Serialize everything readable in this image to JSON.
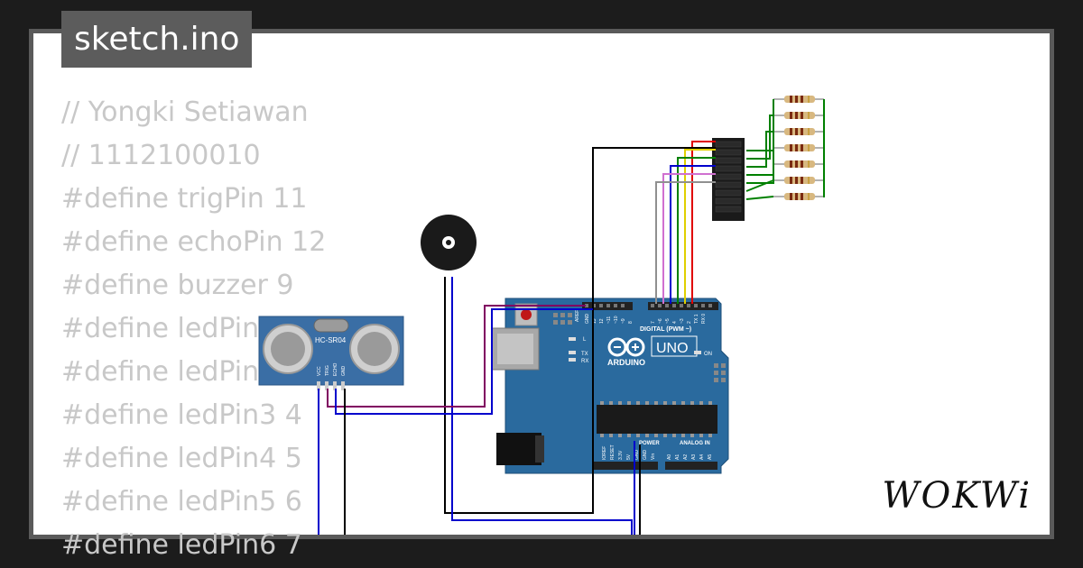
{
  "tab": {
    "title": "sketch.ino"
  },
  "code": {
    "lines": [
      "// Yongki Setiawan",
      "// 1112100010",
      "#define trigPin 11",
      "#define echoPin 12",
      "#define buzzer 9",
      "#define ledPin1 2",
      "#define ledPin2 3",
      "#define ledPin3 4",
      "#define ledPin4 5",
      "#define ledPin5 6",
      "#define ledPin6 7"
    ]
  },
  "sensor": {
    "model": "HC-SR04",
    "pins": [
      "VCC",
      "TRIG",
      "ECHO",
      "GND"
    ]
  },
  "board": {
    "brand": "ARDUINO",
    "model": "UNO",
    "digital_label": "DIGITAL (PWM ~)",
    "power_label": "POWER",
    "analog_label": "ANALOG IN",
    "on_label": "ON",
    "aref": "AREF",
    "l_label": "L",
    "tx": "TX",
    "rx": "RX",
    "digital_pins": [
      "GND",
      "13",
      "12",
      "~11",
      "~10",
      "~9",
      "8",
      "7",
      "~6",
      "~5",
      "4",
      "~3",
      "2",
      "TX 1",
      "RX 0"
    ],
    "power_pins": [
      "IOREF",
      "RESET",
      "3.3V",
      "5V",
      "GND",
      "GND",
      "Vin"
    ],
    "analog_pins": [
      "A0",
      "A1",
      "A2",
      "A3",
      "A4",
      "A5"
    ]
  },
  "logo": {
    "text": "WOKWi"
  },
  "colors": {
    "wire_black": "#000000",
    "wire_blue": "#0000cc",
    "wire_purple": "#800060",
    "wire_green": "#008000",
    "wire_red": "#e00000",
    "wire_yellow": "#e0d000",
    "wire_magenta": "#d070d0",
    "wire_gray": "#909090",
    "board_blue": "#2a6a9e",
    "sensor_blue": "#3a6ea5"
  }
}
